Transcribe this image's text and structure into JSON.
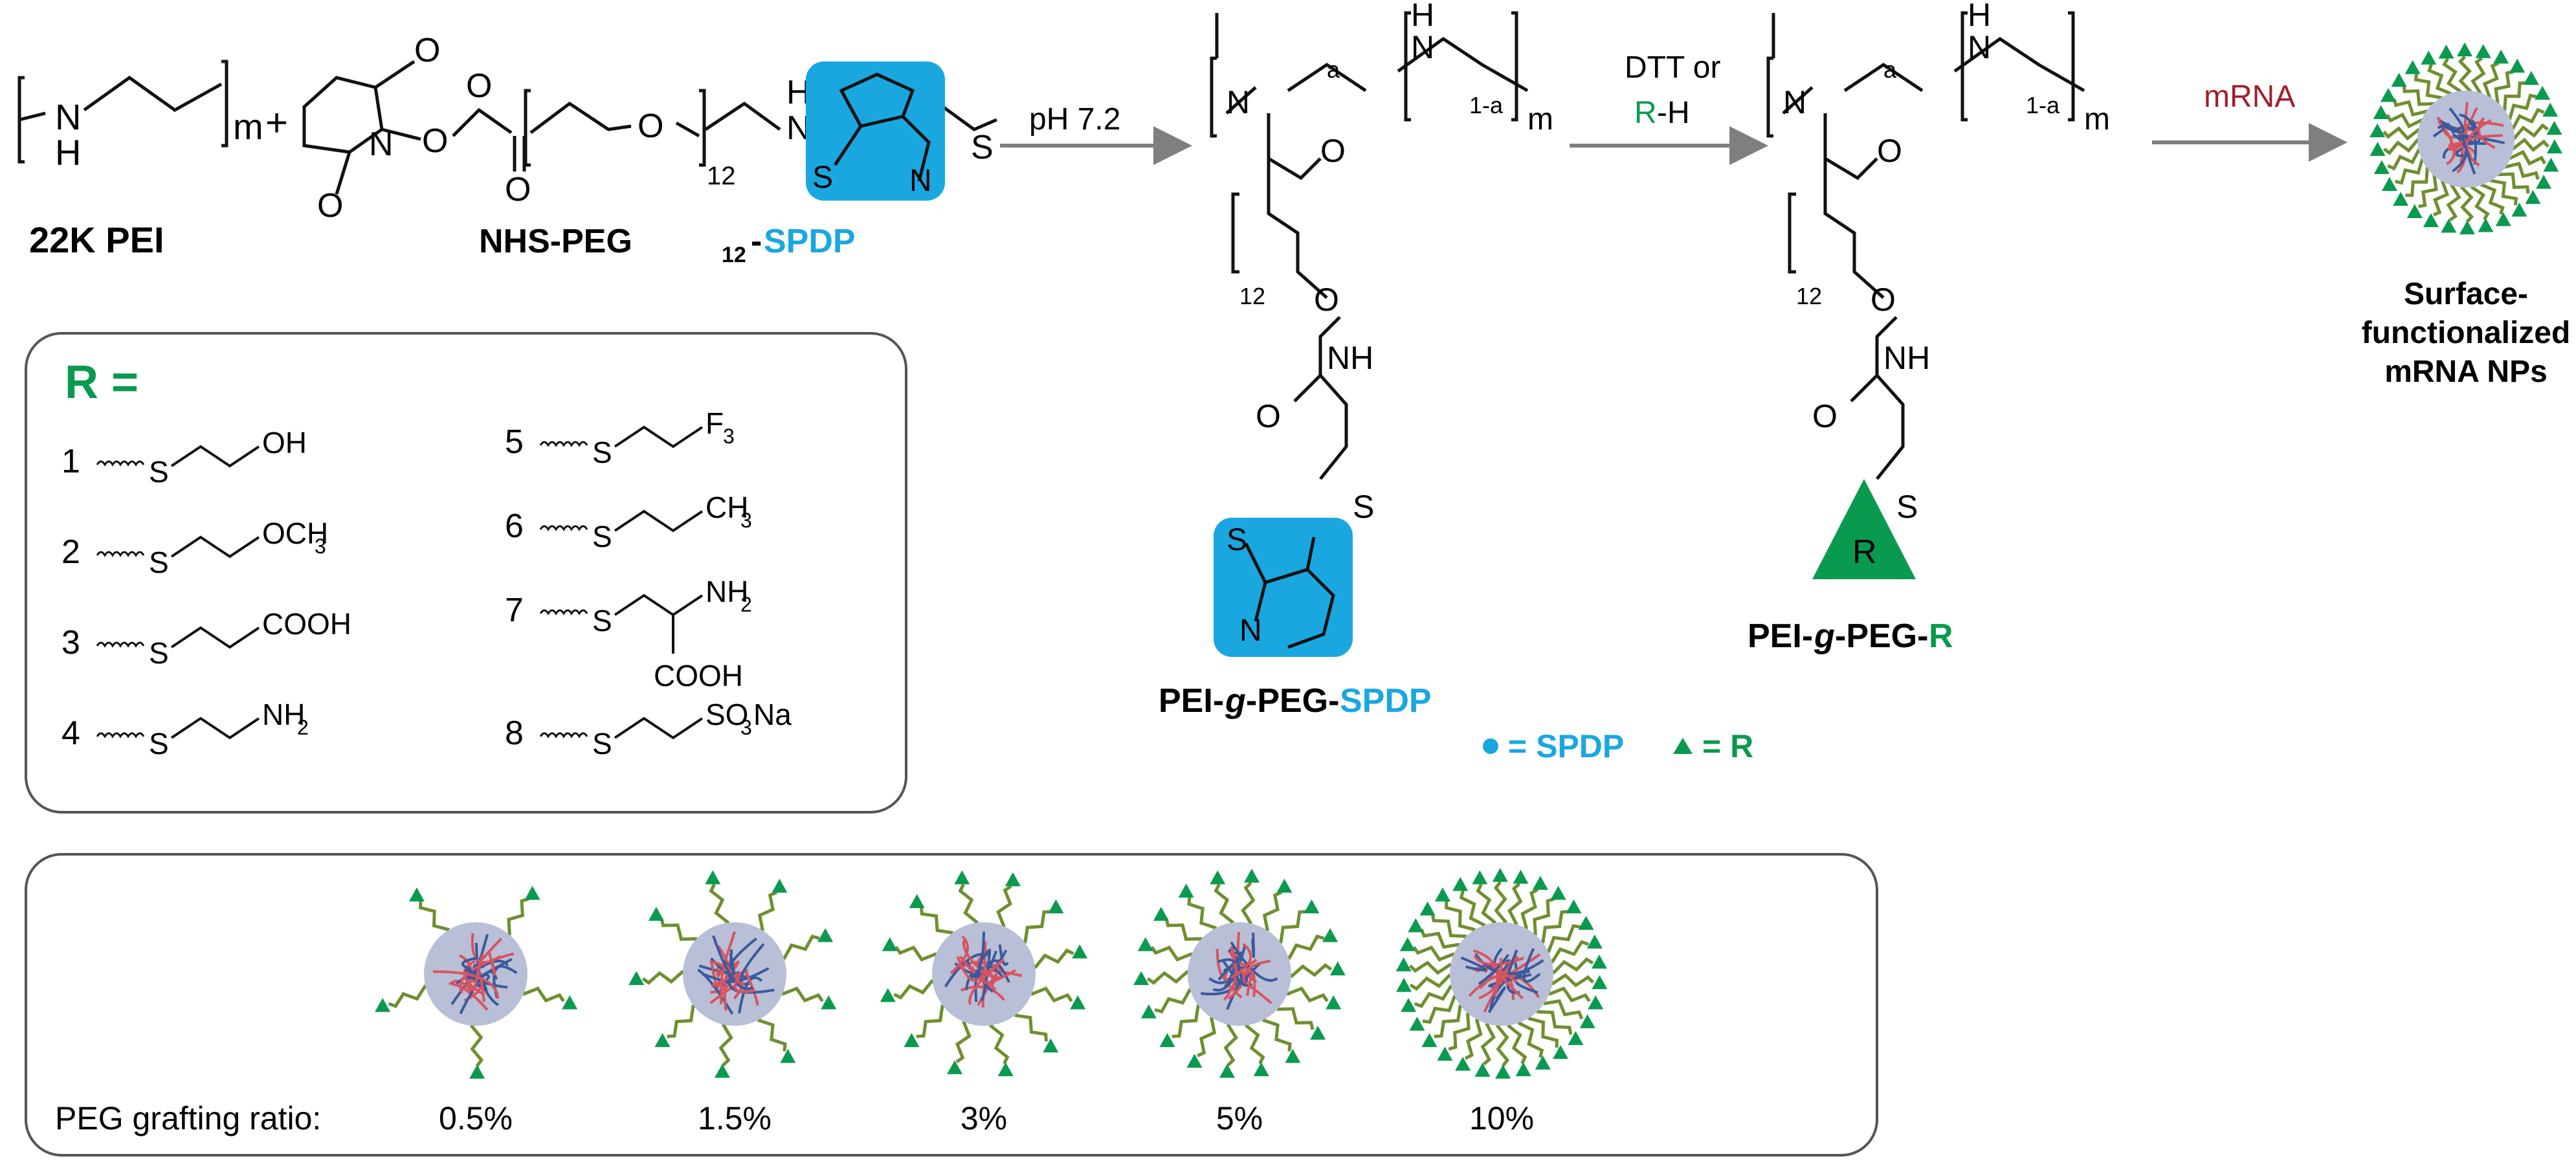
{
  "colors": {
    "spdp": "#1aa7e0",
    "r_group": "#0a9a4f",
    "mrna": "#a01f2a",
    "arrow": "#7f7f7f",
    "core_blue": "#3a5a9c",
    "core_red": "#d9535f",
    "peg": "#6f8f2f"
  },
  "reactants": {
    "pei_label": "22K PEI",
    "pei_n": "N",
    "pei_h": "H",
    "pei_m": "m",
    "plus": "+",
    "linker_label_prefix": "NHS-PEG",
    "linker_label_sub": "12",
    "linker_label_dash": "-",
    "linker_label_spdp": "SPDP",
    "atom_o": "O",
    "atom_n": "N",
    "atom_h": "H",
    "atom_s": "S",
    "repeat_12": "12"
  },
  "arrows": {
    "step1_label": "pH 7.2",
    "step2_label_line1": "DTT or",
    "step2_label_r": "R",
    "step2_label_h": "-H",
    "step3_label": "mRNA"
  },
  "products": {
    "p1_label_a": "PEI-",
    "p1_label_g": "g",
    "p1_label_b": "-PEG-",
    "p1_label_spdp": "SPDP",
    "p2_label_a": "PEI-",
    "p2_label_g": "g",
    "p2_label_b": "-PEG-",
    "p2_label_r": "R",
    "sub_a": "a",
    "sub_1a": "1-a",
    "sub_m": "m",
    "nh": "NH",
    "r_in_triangle": "R",
    "np_label": [
      "Surface-",
      "functionalized",
      "mRNA NPs"
    ]
  },
  "legend": {
    "spdp_text": "= SPDP",
    "r_text": "= R"
  },
  "r_box": {
    "title": "R =",
    "items": [
      {
        "num": "1",
        "end": "OH"
      },
      {
        "num": "2",
        "end": "OCH",
        "sub": "3"
      },
      {
        "num": "3",
        "end": "COOH"
      },
      {
        "num": "4",
        "end": "NH",
        "sub": "2"
      },
      {
        "num": "5",
        "end": "F",
        "sub": "3"
      },
      {
        "num": "6",
        "end": "CH",
        "sub": "3"
      },
      {
        "num": "7",
        "end": "NH",
        "sub": "2",
        "extra": "COOH"
      },
      {
        "num": "8",
        "end": "SO",
        "sub": "3",
        "tail": "Na"
      }
    ],
    "s_atom": "S"
  },
  "grafting": {
    "label": "PEG grafting ratio:",
    "ratios": [
      "0.5%",
      "1.5%",
      "3%",
      "5%",
      "10%"
    ],
    "arm_counts": [
      5,
      9,
      12,
      18,
      30
    ]
  }
}
